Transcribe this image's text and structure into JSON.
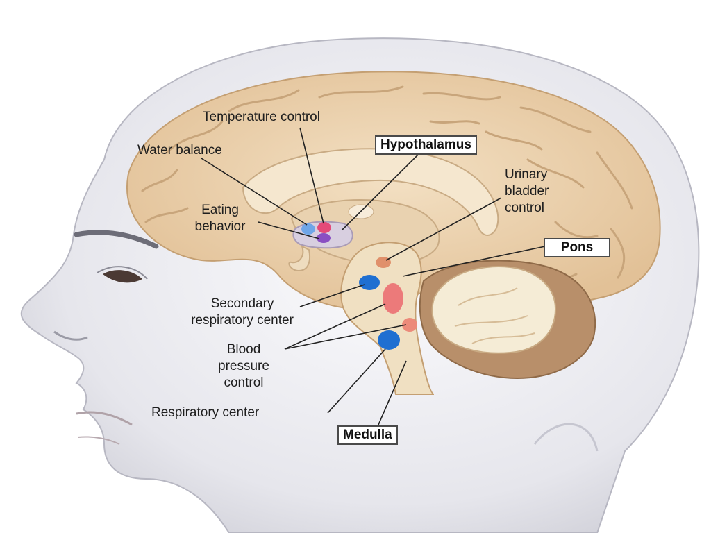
{
  "labels": {
    "temperature_control": "Temperature control",
    "water_balance": "Water balance",
    "eating_behavior": [
      "Eating",
      "behavior"
    ],
    "urinary_bladder_control": [
      "Urinary",
      "bladder",
      "control"
    ],
    "secondary_respiratory_center": [
      "Secondary",
      "respiratory center"
    ],
    "blood_pressure_control": [
      "Blood",
      "pressure",
      "control"
    ],
    "respiratory_center": "Respiratory center"
  },
  "boxes": {
    "hypothalamus": "Hypothalamus",
    "pons": "Pons",
    "medulla": "Medulla"
  },
  "colors": {
    "control_center_blue": "#1f6fd1",
    "control_center_red": "#e85a7a",
    "cerebrum": "#ecd3ae",
    "skin": "#e3e3e9"
  }
}
